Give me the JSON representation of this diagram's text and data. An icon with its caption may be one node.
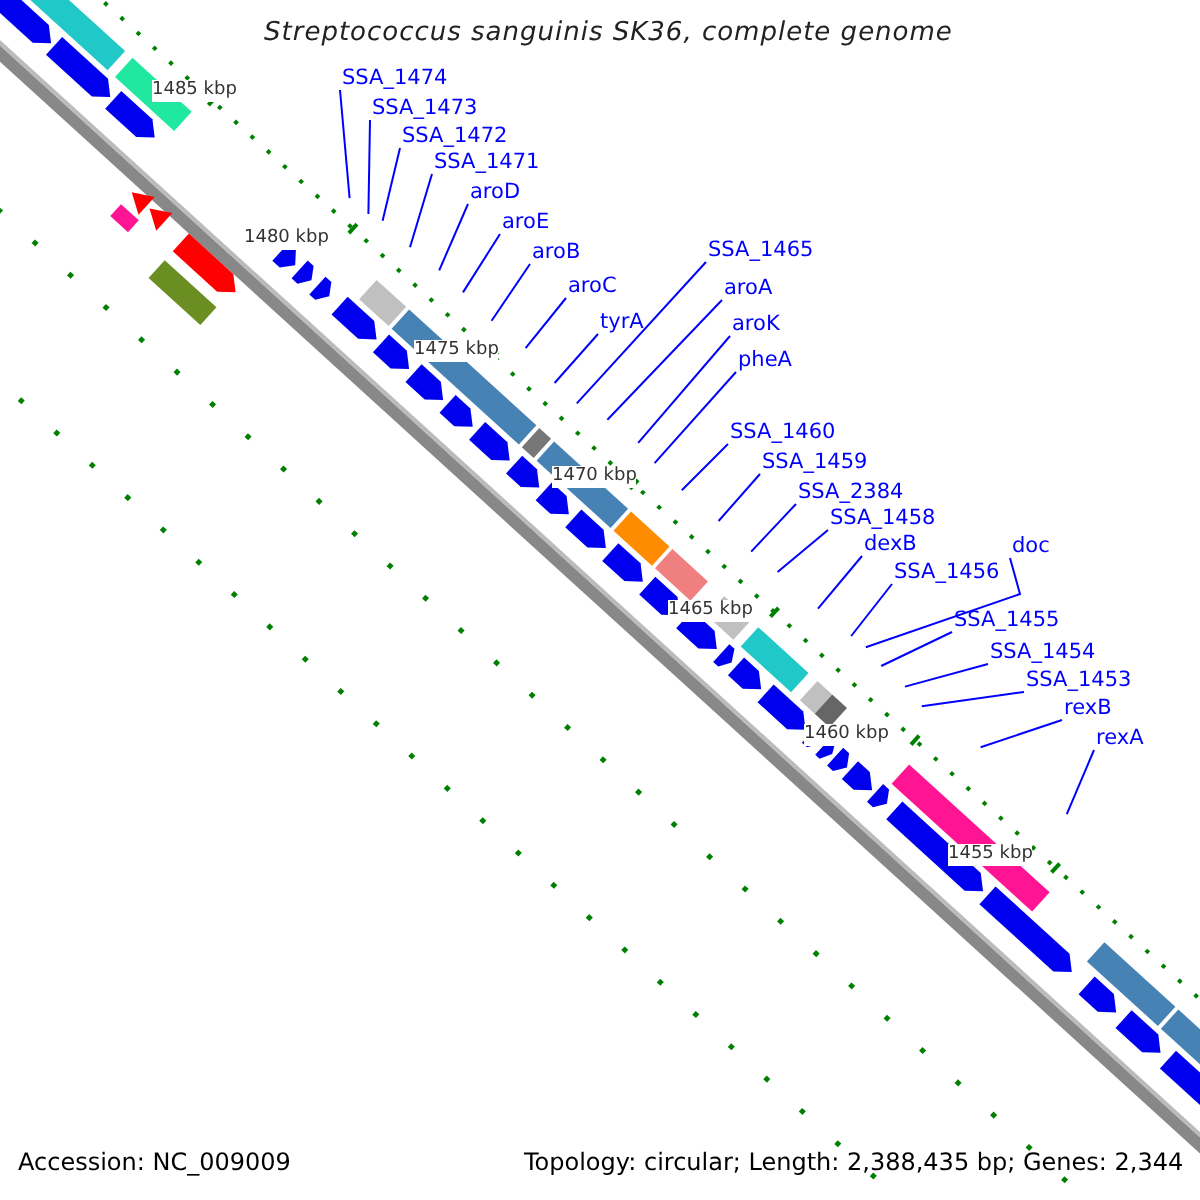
{
  "diagram": {
    "title": "Streptococcus sanguinis SK36, complete genome",
    "nodes": [
      {
        "text": [
          "SSA_1474"
        ]
      },
      {
        "text": [
          "SSA_1473"
        ]
      },
      {
        "text": [
          "SSA_1472"
        ]
      },
      {
        "text": [
          "SSA_1471"
        ]
      },
      {
        "text": [
          "aroD"
        ]
      },
      {
        "text": [
          "aroE"
        ]
      },
      {
        "text": [
          "aroB"
        ]
      },
      {
        "text": [
          "aroC"
        ]
      },
      {
        "text": [
          "tyrA"
        ]
      },
      {
        "text": [
          "SSA_1465"
        ]
      },
      {
        "text": [
          "aroA"
        ]
      },
      {
        "text": [
          "aroK"
        ]
      },
      {
        "text": [
          "pheA"
        ]
      },
      {
        "text": [
          "SSA_1460"
        ]
      },
      {
        "text": [
          "SSA_1459"
        ]
      },
      {
        "text": [
          "SSA_2384"
        ]
      },
      {
        "text": [
          "SSA_1458"
        ]
      },
      {
        "text": [
          "dexB"
        ]
      },
      {
        "text": [
          "doc"
        ]
      },
      {
        "text": [
          "SSA_1456"
        ]
      },
      {
        "text": [
          "SSA_1455"
        ]
      },
      {
        "text": [
          "SSA_1454"
        ]
      },
      {
        "text": [
          "SSA_1453"
        ]
      },
      {
        "text": [
          "rexB"
        ]
      },
      {
        "text": [
          "rexA"
        ]
      }
    ],
    "edges": [
      {
        "from": 0,
        "to": null,
        "arrow": "none"
      },
      {
        "from": 1,
        "to": null,
        "arrow": "none"
      },
      {
        "from": 2,
        "to": null,
        "arrow": "none"
      },
      {
        "from": 3,
        "to": null,
        "arrow": "none"
      },
      {
        "from": 4,
        "to": null,
        "arrow": "none"
      },
      {
        "from": 5,
        "to": null,
        "arrow": "none"
      },
      {
        "from": 6,
        "to": null,
        "arrow": "none"
      },
      {
        "from": 7,
        "to": null,
        "arrow": "none"
      },
      {
        "from": 8,
        "to": null,
        "arrow": "none"
      },
      {
        "from": 9,
        "to": null,
        "arrow": "none"
      },
      {
        "from": 10,
        "to": null,
        "arrow": "none"
      },
      {
        "from": 11,
        "to": null,
        "arrow": "none"
      },
      {
        "from": 12,
        "to": null,
        "arrow": "none"
      },
      {
        "from": 13,
        "to": null,
        "arrow": "none"
      },
      {
        "from": 14,
        "to": null,
        "arrow": "none"
      },
      {
        "from": 15,
        "to": null,
        "arrow": "none"
      },
      {
        "from": 16,
        "to": null,
        "arrow": "none"
      },
      {
        "from": 17,
        "to": null,
        "arrow": "none"
      },
      {
        "from": 18,
        "to": null,
        "arrow": "none"
      },
      {
        "from": 19,
        "to": null,
        "arrow": "none"
      },
      {
        "from": 20,
        "to": null,
        "arrow": "none"
      },
      {
        "from": 21,
        "to": null,
        "arrow": "none"
      },
      {
        "from": 22,
        "to": null,
        "arrow": "none"
      },
      {
        "from": 23,
        "to": null,
        "arrow": "none"
      },
      {
        "from": 24,
        "to": null,
        "arrow": "none"
      }
    ],
    "labels": [
      "1485 kbp",
      "1480 kbp",
      "1475 kbp",
      "1470 kbp",
      "1465 kbp",
      "1460 kbp",
      "1455 kbp",
      "Accession: NC_009009",
      "Topology: circular; Length: 2,388,435 bp; Genes: 2,344"
    ]
  }
}
